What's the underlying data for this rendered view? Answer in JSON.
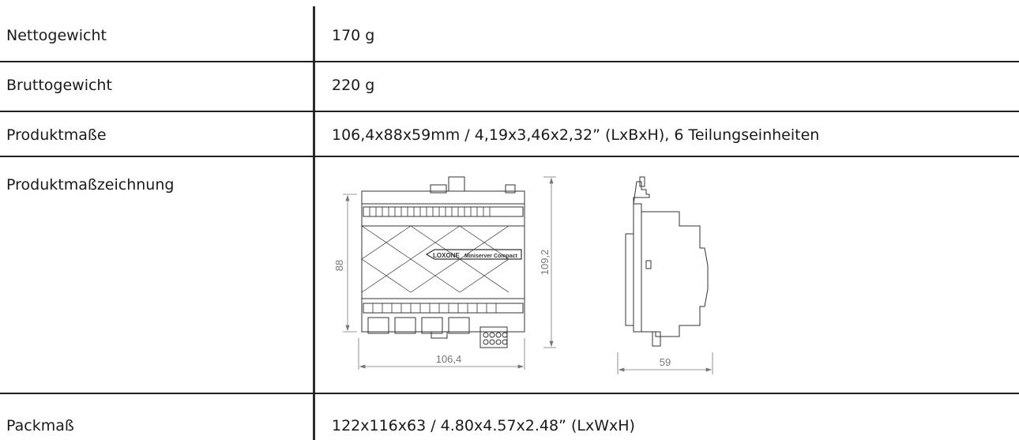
{
  "rows": [
    {
      "label": "Nettogewicht",
      "value": "170 g"
    },
    {
      "label": "Bruttogewicht",
      "value": "220 g"
    },
    {
      "label": "Produktmaße",
      "value": "106,4x88x59mm / 4,19x3,46x2,32” (LxBxH), 6 Teilungseinheiten"
    },
    {
      "label": "Produktmaßzeichnung"
    },
    {
      "label": "Packmaß",
      "value": "122x116x63 / 4.80x4.57x2.48” (LxWxH)"
    }
  ],
  "drawing": {
    "brand": "LOXONE",
    "model": "Miniserver Compact",
    "dim_width": "106,4",
    "dim_height": "88",
    "dim_total_height": "109,2",
    "dim_depth": "59"
  }
}
